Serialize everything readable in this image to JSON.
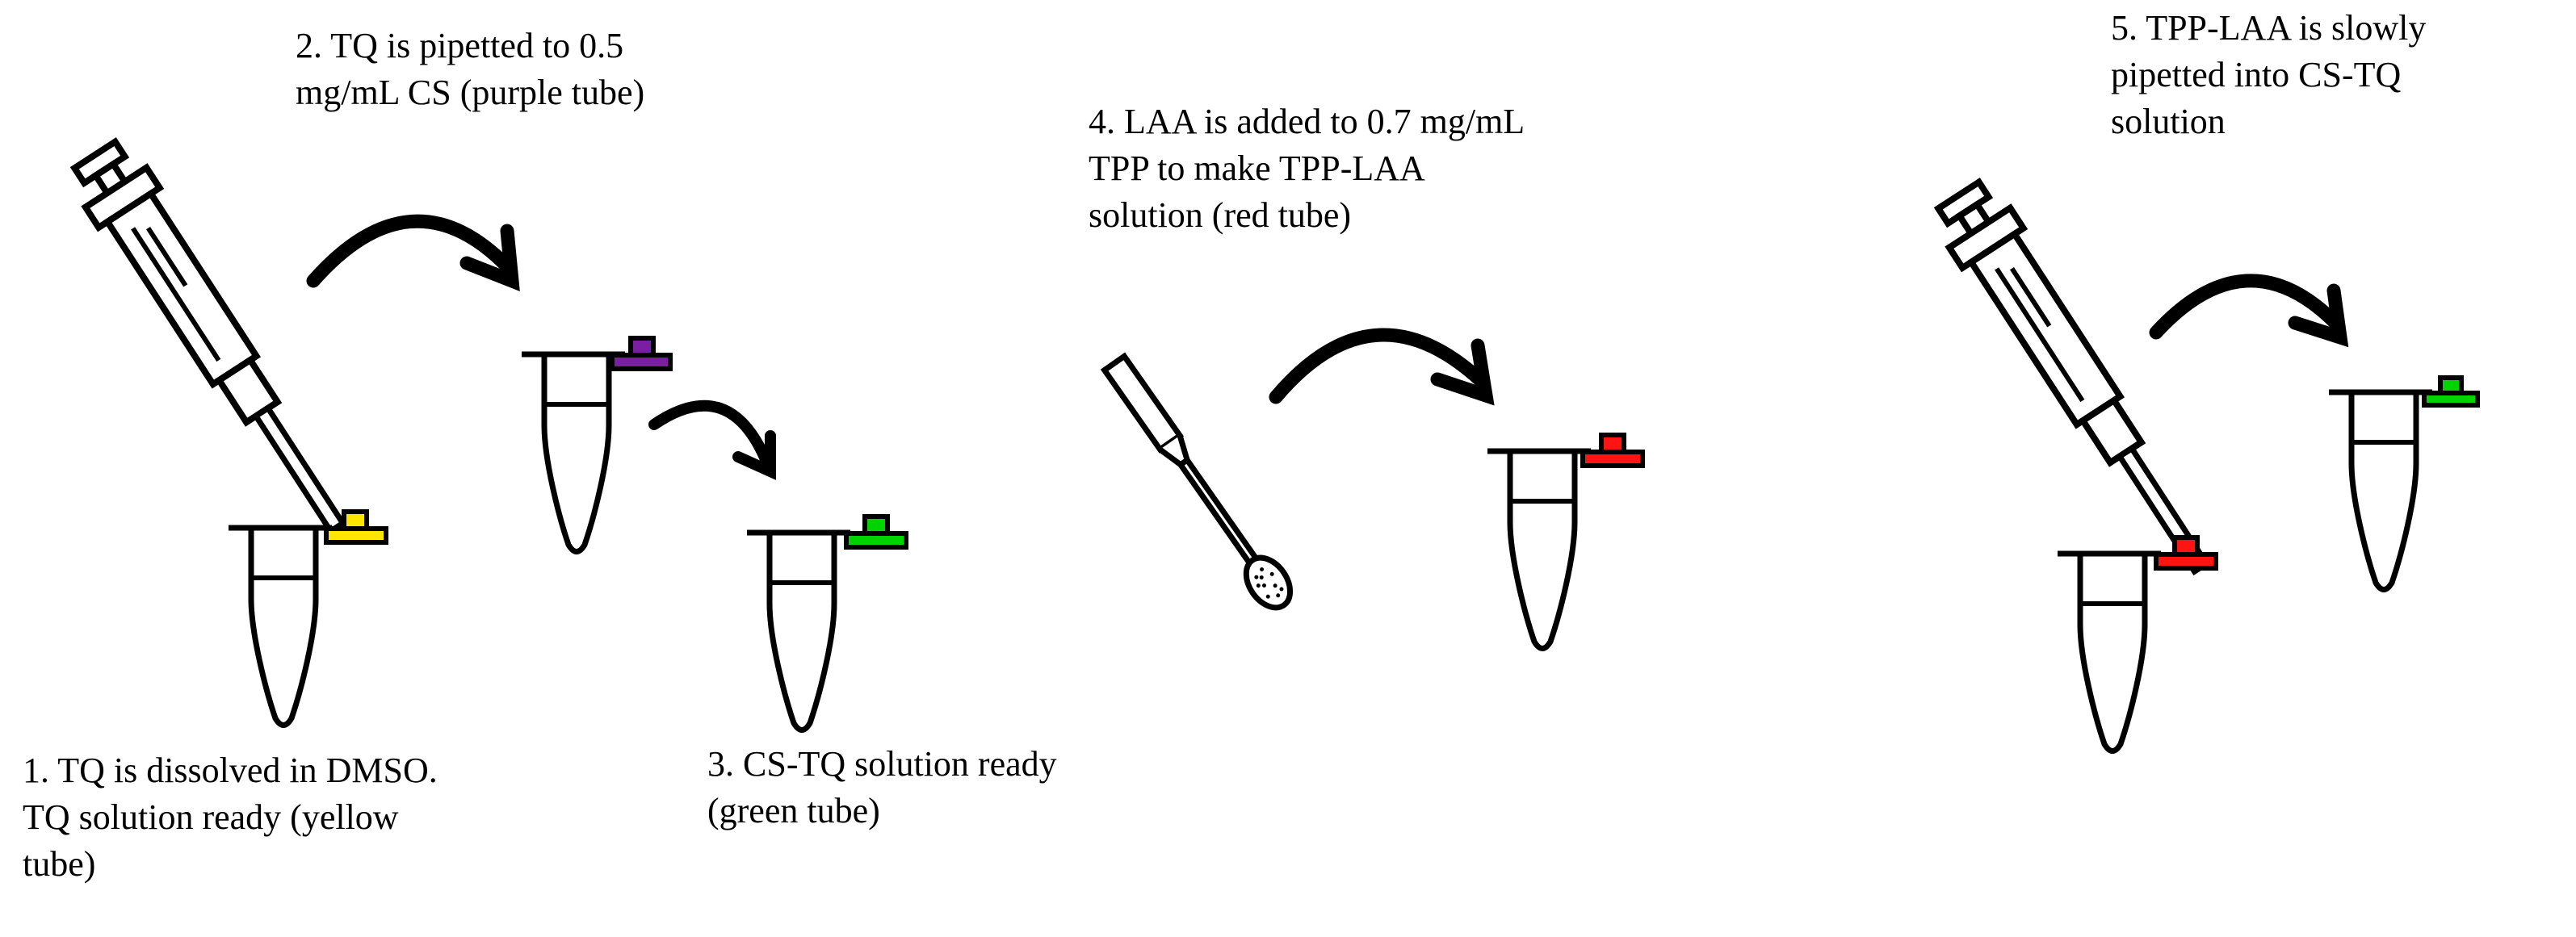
{
  "steps": [
    {
      "lines": [
        "1. TQ is dissolved in DMSO.",
        "TQ solution ready (yellow",
        "tube)"
      ]
    },
    {
      "lines": [
        "2. TQ is pipetted to 0.5",
        "mg/mL CS (purple tube)"
      ]
    },
    {
      "lines": [
        "3. CS-TQ solution ready",
        "(green tube)"
      ]
    },
    {
      "lines": [
        "4. LAA is added to 0.7 mg/mL",
        "TPP to make TPP-LAA",
        "solution (red tube)"
      ]
    },
    {
      "lines": [
        "5. TPP-LAA is slowly",
        "pipetted into CS-TQ",
        "solution"
      ]
    }
  ],
  "icons": {
    "pipette": "pipette-icon",
    "spatula": "spatula-icon",
    "tube": "microcentrifuge-tube-icon",
    "arrow": "curved-arrow-icon"
  },
  "colors": {
    "yellow": "#ffe600",
    "purple": "#7a1fa2",
    "green": "#00d400",
    "red": "#ff1414",
    "stroke": "#000000"
  }
}
